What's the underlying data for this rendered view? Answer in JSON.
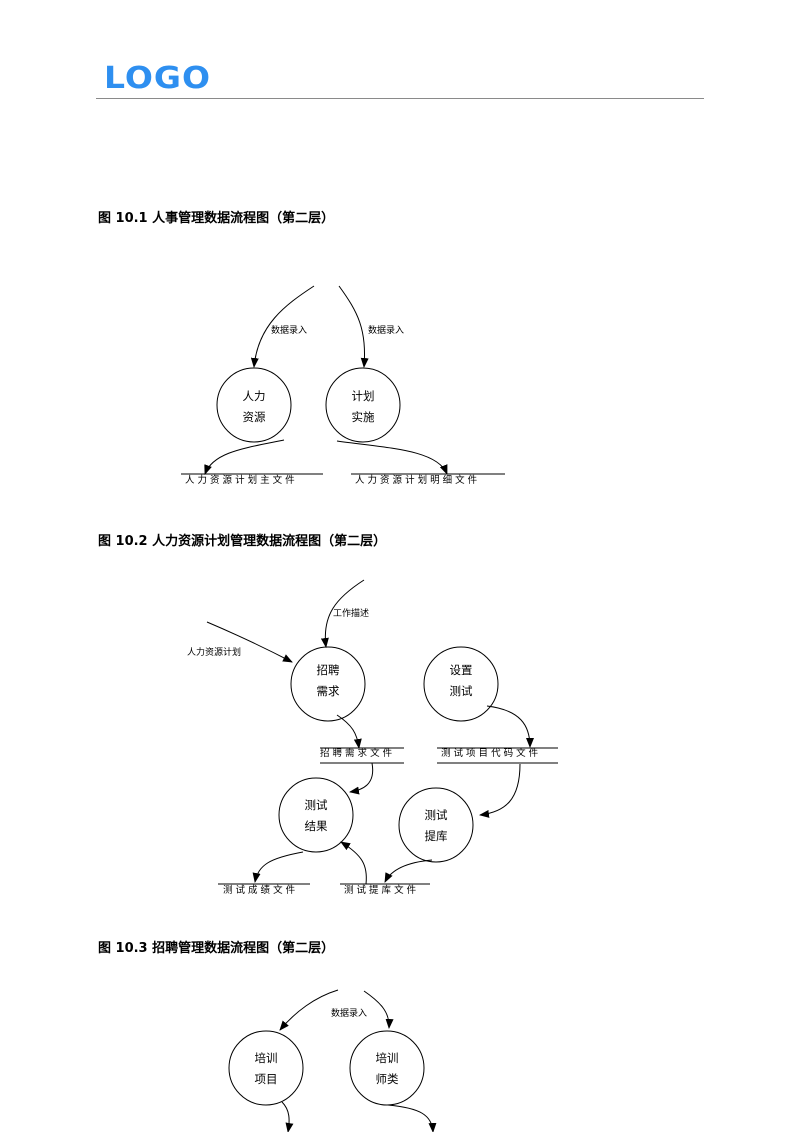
{
  "header": {
    "logo_text": "LOGO",
    "logo_color": "#2e8ff0"
  },
  "figures": [
    {
      "caption": "图 10.1  人事管理数据流程图（第二层）",
      "processes": [
        {
          "line1": "人力",
          "line2": "资源"
        },
        {
          "line1": "计划",
          "line2": "实施"
        }
      ],
      "flow_labels": [
        "数据录入",
        "数据录入"
      ],
      "stores": [
        "人 力 资 源 计 划 主 文 件",
        "人 力 资 源 计 划 明 细 文 件"
      ]
    },
    {
      "caption": "图 10.2  人力资源计划管理数据流程图（第二层）",
      "processes": [
        {
          "line1": "招聘",
          "line2": "需求"
        },
        {
          "line1": "设置",
          "line2": "测试"
        },
        {
          "line1": "测试",
          "line2": "结果"
        },
        {
          "line1": "测试",
          "line2": "提库"
        }
      ],
      "flow_labels": [
        "工作描述",
        "人力资源计划"
      ],
      "stores": [
        "招 聘 需 求 文 件",
        "测 试 项 目 代 码 文 件",
        "测 试 成 绩 文 件",
        "测 试 提 库 文 件"
      ]
    },
    {
      "caption": "图 10.3  招聘管理数据流程图（第二层）",
      "processes": [
        {
          "line1": "培训",
          "line2": "项目"
        },
        {
          "line1": "培训",
          "line2": "师类"
        }
      ],
      "flow_labels": [
        "数据录入"
      ]
    }
  ]
}
